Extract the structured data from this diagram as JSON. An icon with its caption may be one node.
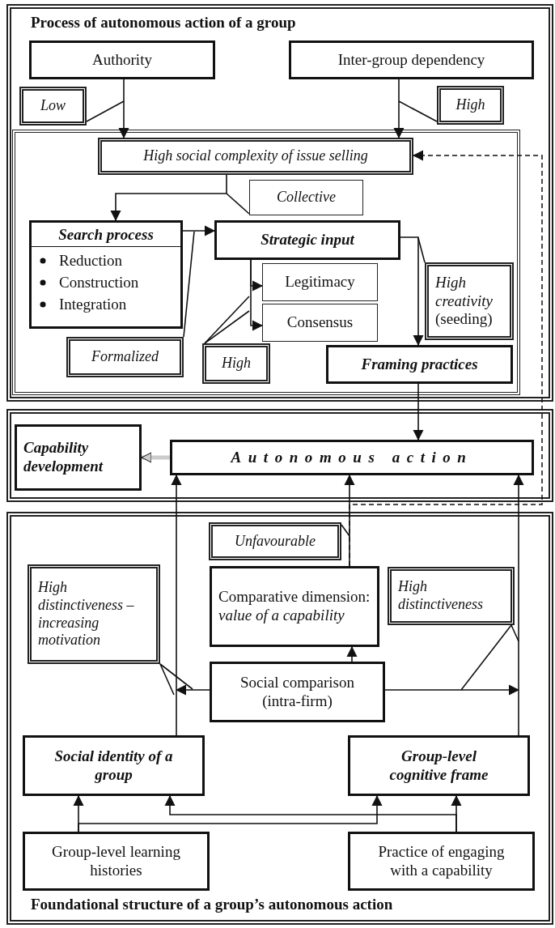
{
  "diagram": {
    "nodes": [
      {
        "text": [
          "Process of autonomous action of a group"
        ]
      },
      {
        "text": [
          "Authority"
        ],
        "in": 0
      },
      {
        "text": [
          "Inter-group dependency"
        ],
        "in": 0
      },
      {
        "text": [
          "Low"
        ],
        "in": 0
      },
      {
        "text": [
          "High"
        ],
        "in": 0
      },
      {
        "text": [],
        "shape": "box",
        "in": 0
      },
      {
        "text": [
          "High social complexity of issue selling"
        ],
        "in": 5
      },
      {
        "text": [
          "Collective"
        ],
        "in": 5
      },
      {
        "text": [
          "Search process",
          "Reduction",
          "Construction",
          "Integration"
        ],
        "in": 5
      },
      {
        "text": [
          "Strategic input"
        ],
        "in": 5
      },
      {
        "text": [
          "Legitimacy"
        ],
        "in": 5
      },
      {
        "text": [
          "Consensus"
        ],
        "in": 5
      },
      {
        "text": [
          "*High creativity* (seeding)"
        ],
        "in": 5
      },
      {
        "text": [
          "Formalized"
        ],
        "in": 5
      },
      {
        "text": [
          "High"
        ],
        "in": 5
      },
      {
        "text": [
          "Framing practices"
        ],
        "in": 5
      },
      {
        "text": [],
        "shape": "box"
      },
      {
        "text": [
          "Capability development"
        ],
        "in": 16
      },
      {
        "text": [
          "Autonomous action"
        ],
        "in": 16
      },
      {
        "text": [
          "Foundational structure of a group’s autonomous action"
        ]
      },
      {
        "text": [
          "Unfavourable"
        ],
        "in": 19
      },
      {
        "text": [
          "High distinctiveness –increasing motivation"
        ],
        "in": 19
      },
      {
        "text": [
          "Comparative dimension: *value of a capability*"
        ],
        "in": 19
      },
      {
        "text": [
          "High distinctiveness"
        ],
        "in": 19
      },
      {
        "text": [
          "Social comparison (intra-firm)"
        ],
        "in": 19
      },
      {
        "text": [
          "Social identity of a group"
        ],
        "in": 19
      },
      {
        "text": [
          "Group-level cognitive frame"
        ],
        "in": 19
      },
      {
        "text": [
          "Group-level learning histories"
        ],
        "in": 19
      },
      {
        "text": [
          "Practice of engaging with a capability"
        ],
        "in": 19
      }
    ],
    "edges": [
      {
        "from": 1,
        "to": 6,
        "arrow": "to"
      },
      {
        "from": 2,
        "to": 6,
        "arrow": "to"
      },
      {
        "from": 3,
        "to": null,
        "arrow": "none"
      },
      {
        "from": 4,
        "to": null,
        "arrow": "none"
      },
      {
        "from": 6,
        "to": 8,
        "arrow": "to"
      },
      {
        "from": 7,
        "to": null,
        "arrow": "none"
      },
      {
        "from": 8,
        "to": 9,
        "arrow": "to"
      },
      {
        "from": 13,
        "to": null,
        "arrow": "none"
      },
      {
        "from": 9,
        "to": 10,
        "arrow": "to"
      },
      {
        "from": 9,
        "to": 11,
        "arrow": "to"
      },
      {
        "from": 14,
        "to": null,
        "arrow": "none"
      },
      {
        "from": 14,
        "to": null,
        "arrow": "none"
      },
      {
        "from": 9,
        "to": 15,
        "arrow": "to"
      },
      {
        "from": 12,
        "to": null,
        "arrow": "none"
      },
      {
        "from": 15,
        "to": 18,
        "arrow": "to"
      },
      {
        "from": 18,
        "to": 17,
        "arrow": "to",
        "style": "thick",
        "color": "#cccccc"
      },
      {
        "from": 22,
        "to": 6,
        "arrow": "to",
        "style": "dashed"
      },
      {
        "from": 22,
        "to": 18,
        "arrow": "to"
      },
      {
        "from": 20,
        "to": null,
        "arrow": "none"
      },
      {
        "from": 24,
        "to": 22,
        "arrow": "to"
      },
      {
        "from": 24,
        "to": null,
        "arrow": "to"
      },
      {
        "from": 24,
        "to": null,
        "arrow": "to"
      },
      {
        "from": 21,
        "to": null,
        "arrow": "none"
      },
      {
        "from": 21,
        "to": null,
        "arrow": "none"
      },
      {
        "from": 23,
        "to": null,
        "arrow": "none"
      },
      {
        "from": 23,
        "to": null,
        "arrow": "none"
      },
      {
        "from": 25,
        "to": 18,
        "arrow": "to"
      },
      {
        "from": 26,
        "to": 18,
        "arrow": "to"
      },
      {
        "from": 27,
        "to": 25,
        "arrow": "to"
      },
      {
        "from": 27,
        "to": 26,
        "arrow": "to"
      },
      {
        "from": 28,
        "to": 26,
        "arrow": "to"
      },
      {
        "from": 28,
        "to": 25,
        "arrow": "to"
      }
    ]
  }
}
